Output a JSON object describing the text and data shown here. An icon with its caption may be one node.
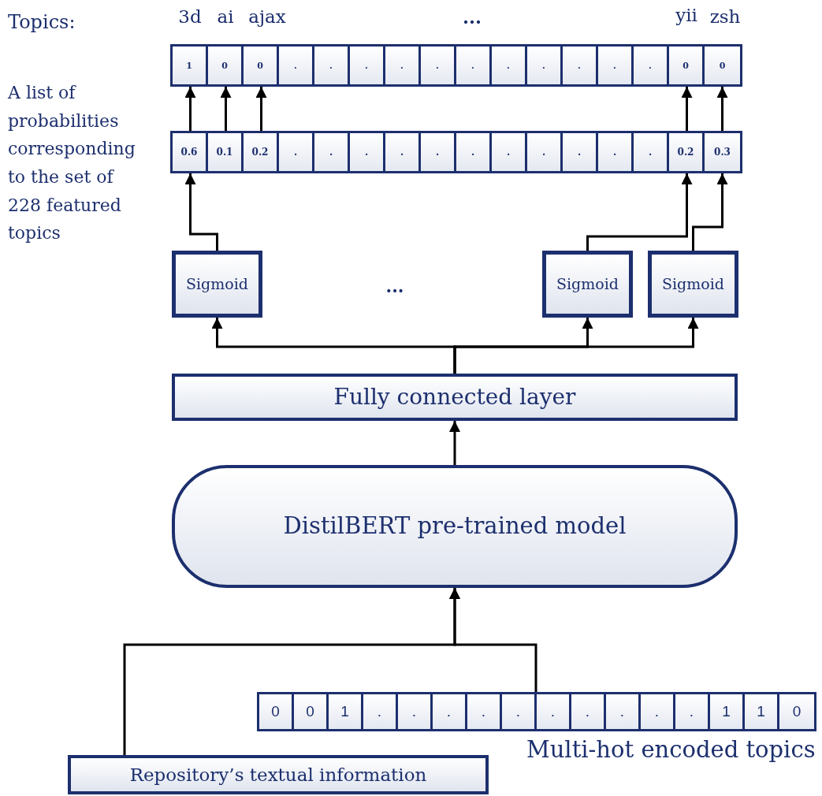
{
  "diagram": {
    "nodes": [
      {
        "text": [],
        "shape": "bar"
      },
      {
        "text": [
          "1"
        ],
        "in": 0
      },
      {
        "text": [
          "0"
        ],
        "in": 0
      },
      {
        "text": [
          "0"
        ],
        "in": 0
      },
      {
        "text": [
          "."
        ],
        "in": 0
      },
      {
        "text": [
          "."
        ],
        "in": 0
      },
      {
        "text": [
          "."
        ],
        "in": 0
      },
      {
        "text": [
          "."
        ],
        "in": 0
      },
      {
        "text": [
          "."
        ],
        "in": 0
      },
      {
        "text": [
          "."
        ],
        "in": 0
      },
      {
        "text": [
          "."
        ],
        "in": 0
      },
      {
        "text": [
          "."
        ],
        "in": 0
      },
      {
        "text": [
          "."
        ],
        "in": 0
      },
      {
        "text": [
          "."
        ],
        "in": 0
      },
      {
        "text": [
          "."
        ],
        "in": 0
      },
      {
        "text": [
          "0"
        ],
        "in": 0
      },
      {
        "text": [
          "0"
        ],
        "in": 0
      },
      {
        "text": [],
        "shape": "bar"
      },
      {
        "text": [
          "0.6"
        ],
        "in": 17
      },
      {
        "text": [
          "0.1"
        ],
        "in": 17
      },
      {
        "text": [
          "0.2"
        ],
        "in": 17
      },
      {
        "text": [
          "."
        ],
        "in": 17
      },
      {
        "text": [
          "."
        ],
        "in": 17
      },
      {
        "text": [
          "."
        ],
        "in": 17
      },
      {
        "text": [
          "."
        ],
        "in": 17
      },
      {
        "text": [
          "."
        ],
        "in": 17
      },
      {
        "text": [
          "."
        ],
        "in": 17
      },
      {
        "text": [
          "."
        ],
        "in": 17
      },
      {
        "text": [
          "."
        ],
        "in": 17
      },
      {
        "text": [
          "."
        ],
        "in": 17
      },
      {
        "text": [
          "."
        ],
        "in": 17
      },
      {
        "text": [
          "."
        ],
        "in": 17
      },
      {
        "text": [
          "0.2"
        ],
        "in": 17
      },
      {
        "text": [
          "0.3"
        ],
        "in": 17
      },
      {
        "text": [
          "Sigmoid"
        ]
      },
      {
        "text": [
          "Sigmoid"
        ]
      },
      {
        "text": [
          "Sigmoid"
        ]
      },
      {
        "text": [
          "Fully connected layer"
        ]
      },
      {
        "text": [
          "DistilBERT pre-trained model"
        ]
      },
      {
        "text": [],
        "shape": "bar",
        "beside": [
          "Multi-hot encoded topics"
        ]
      },
      {
        "text": [
          "0"
        ],
        "in": 39
      },
      {
        "text": [
          "0"
        ],
        "in": 39
      },
      {
        "text": [
          "1"
        ],
        "in": 39
      },
      {
        "text": [
          "."
        ],
        "in": 39
      },
      {
        "text": [
          "."
        ],
        "in": 39
      },
      {
        "text": [
          "."
        ],
        "in": 39
      },
      {
        "text": [
          "."
        ],
        "in": 39
      },
      {
        "text": [
          "."
        ],
        "in": 39
      },
      {
        "text": [
          "."
        ],
        "in": 39
      },
      {
        "text": [
          "."
        ],
        "in": 39
      },
      {
        "text": [
          "."
        ],
        "in": 39
      },
      {
        "text": [
          "."
        ],
        "in": 39
      },
      {
        "text": [
          "."
        ],
        "in": 39
      },
      {
        "text": [
          "1"
        ],
        "in": 39
      },
      {
        "text": [
          "1"
        ],
        "in": 39
      },
      {
        "text": [
          "0"
        ],
        "in": 39
      },
      {
        "text": [
          "Repository’s textual information"
        ]
      }
    ],
    "edges": [
      {
        "from": 18,
        "to": 1,
        "arrow": "to"
      },
      {
        "from": 19,
        "to": 2,
        "arrow": "to"
      },
      {
        "from": 20,
        "to": 3,
        "arrow": "to"
      },
      {
        "from": 32,
        "to": 15,
        "arrow": "to"
      },
      {
        "from": 33,
        "to": 16,
        "arrow": "to"
      },
      {
        "from": 34,
        "to": 18,
        "arrow": "to"
      },
      {
        "from": 35,
        "to": 32,
        "arrow": "to"
      },
      {
        "from": 36,
        "to": 33,
        "arrow": "to"
      },
      {
        "from": 37,
        "to": 34,
        "arrow": "to"
      },
      {
        "from": 37,
        "to": 35,
        "arrow": "to"
      },
      {
        "from": 37,
        "to": 36,
        "arrow": "to"
      },
      {
        "from": 38,
        "to": 37,
        "arrow": "to"
      },
      {
        "from": 56,
        "to": 38,
        "arrow": "to"
      },
      {
        "from": 39,
        "to": 38,
        "arrow": "to"
      }
    ],
    "labels": [
      "Topics:",
      "3d",
      "ai",
      "ajax",
      "...",
      "yii",
      "zsh",
      "A list of probabilities corresponding to the set of 228 featured topics",
      "..."
    ]
  }
}
